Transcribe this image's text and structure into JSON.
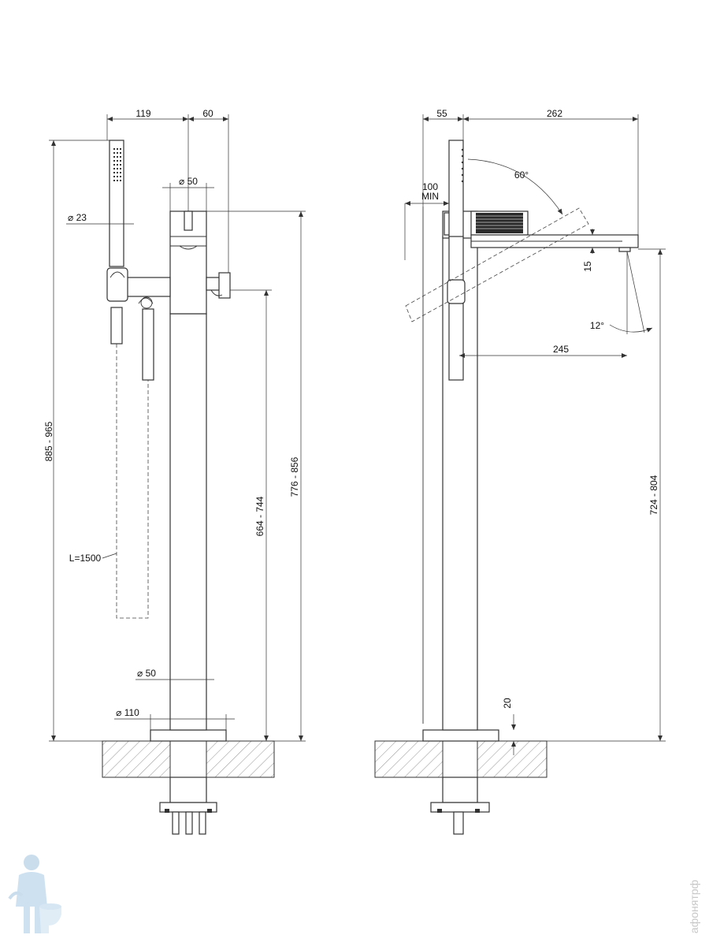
{
  "front_view": {
    "width_handshower_to_axis": "119",
    "width_axis_to_valve": "60",
    "body_diameter_top": "⌀ 50",
    "handshower_diameter": "⌀ 23",
    "total_height_range": "885 - 965",
    "outlet_height_range": "664 - 744",
    "body_height_range": "776 - 856",
    "hose_length": "L=1500",
    "column_diameter": "⌀ 50",
    "base_diameter": "⌀ 110"
  },
  "side_view": {
    "offset_width": "55",
    "spout_projection": "262",
    "lever_rotation_angle": "60°",
    "wall_clearance_line1": "100",
    "wall_clearance_line2": "MIN",
    "spout_thickness": "15",
    "spout_angle": "12°",
    "spout_reach": "245",
    "spout_height_range": "724 - 804",
    "base_plate_height": "20"
  },
  "watermark": {
    "site_text": "афонятрф"
  }
}
